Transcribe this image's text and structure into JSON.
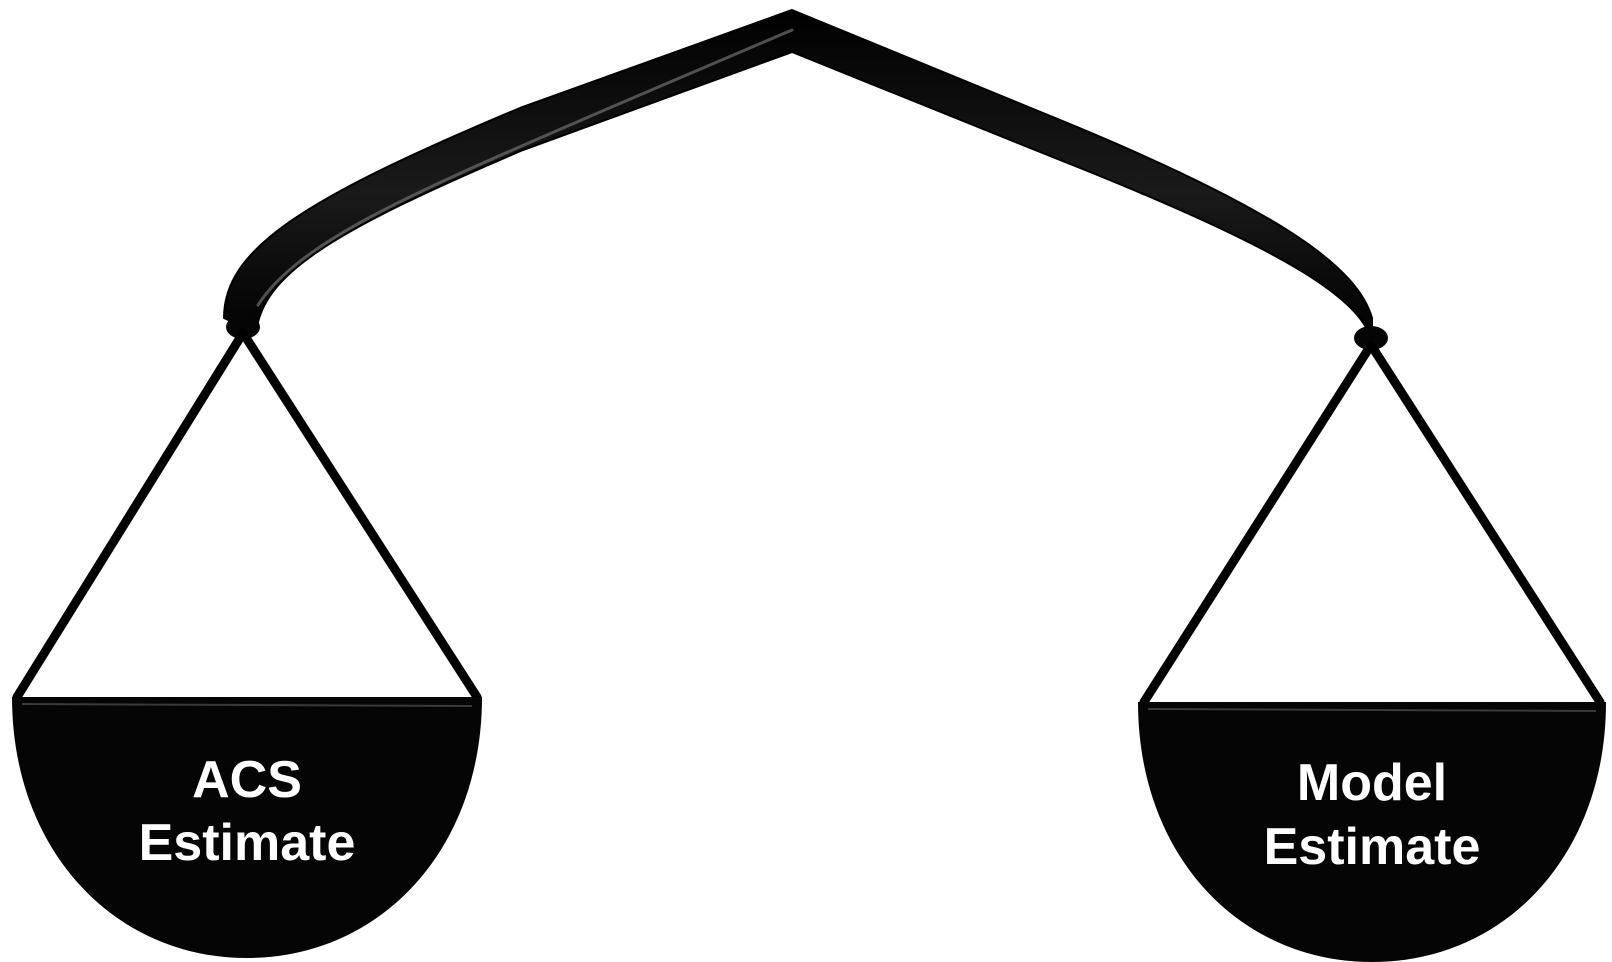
{
  "diagram": {
    "left_pan": {
      "line1": "ACS",
      "line2": "Estimate"
    },
    "right_pan": {
      "line1": "Model",
      "line2": "Estimate"
    },
    "colors": {
      "ink": "#0a0a0a",
      "highlight": "#8a8a8a",
      "label_text": "#ffffff",
      "background": "#ffffff"
    }
  }
}
